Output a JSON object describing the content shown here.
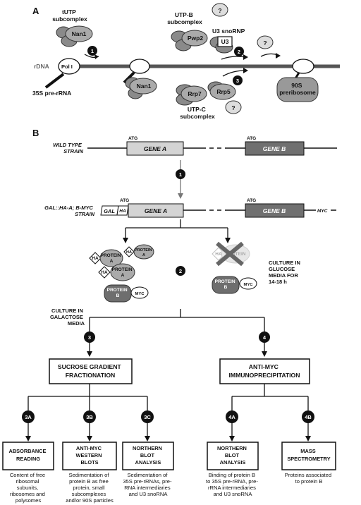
{
  "panel_a": {
    "label": "A",
    "tutp": [
      "tUTP",
      "subcomplex"
    ],
    "nan1": "Nan1",
    "nan1_b": "Nan1",
    "utpb": [
      "UTP-B",
      "subcomplex"
    ],
    "pwp2": "Pwp2",
    "u3snorna_title": "U3 snoRNP",
    "u3": "U3",
    "q1": "?",
    "q2": "?",
    "q3": "?",
    "rdna": "rDNA",
    "pol": "Pol I",
    "pre_rrna": "35S pre-rRNA",
    "rrp7": "Rrp7",
    "rrp5": "Rrp5",
    "utpc": [
      "UTP-C",
      "subcomplex"
    ],
    "preribosome": [
      "90S",
      "preribosome"
    ],
    "step1": "1",
    "step2": "2",
    "step3": "3"
  },
  "panel_b": {
    "label": "B",
    "wt_strain": [
      "WILD TYPE",
      "STRAIN"
    ],
    "atg1": "ATG",
    "atg2": "ATG",
    "atg3": "ATG",
    "atg4": "ATG",
    "gene_a": "GENE A",
    "gene_b": "GENE B",
    "gene_a2": "GENE A",
    "gene_b2": "GENE B",
    "gal_strain": [
      "GAL::HA-A; B-MYC",
      "STRAIN"
    ],
    "gal": "GAL",
    "ha": "HA",
    "myc_tag": "MYC",
    "step1": "1",
    "step2": "2",
    "culture_gal": [
      "CULTURE IN",
      "GALACTOSE",
      "MEDIA"
    ],
    "culture_glu": [
      "CULTURE IN",
      "GLUCOSE",
      "MEDIA FOR",
      "14-18 h"
    ],
    "protein": "PROTEIN",
    "a": "A",
    "b": "B",
    "ha_tag": "HA",
    "myc": "MYC",
    "step3": "3",
    "step4": "4",
    "sucrose": [
      "SUCROSE GRADIENT",
      "FRACTIONATION"
    ],
    "antimyc_ip": [
      "ANTI-MYC",
      "IMMUNOPRECIPITATION"
    ],
    "s3a": "3A",
    "s3b": "3B",
    "s3c": "3C",
    "s4a": "4A",
    "s4b": "4B",
    "abs": [
      "ABSORBANCE",
      "READING"
    ],
    "antimyc_wb": [
      "ANTI-MYC",
      "WESTERN",
      "BLOTS"
    ],
    "northern1": [
      "NORTHERN",
      "BLOT",
      "ANALYSIS"
    ],
    "northern2": [
      "NORTHERN",
      "BLOT",
      "ANALYSIS"
    ],
    "mass": [
      "MASS",
      "SPECTROMETRY"
    ],
    "desc_abs": [
      "Content of free",
      "ribosomal",
      "subunits,",
      "ribosomes and",
      "polysomes"
    ],
    "desc_wb": [
      "Sedimentation of",
      "protein B as free",
      "protein, small",
      "subcomplexes",
      "and/or 90S particles"
    ],
    "desc_nb1": [
      "Sedimentation  of",
      "35S  pre-rRNAs, pre-",
      "RNA intermediaries",
      "and U3 snoRNA"
    ],
    "desc_nb2": [
      "Binding of protein B",
      "to 35S pre-rRNA, pre-",
      "rRNA intermediaries",
      "and U3 snoRNA"
    ],
    "desc_ms": [
      "Proteins associated",
      "to protein B"
    ]
  }
}
